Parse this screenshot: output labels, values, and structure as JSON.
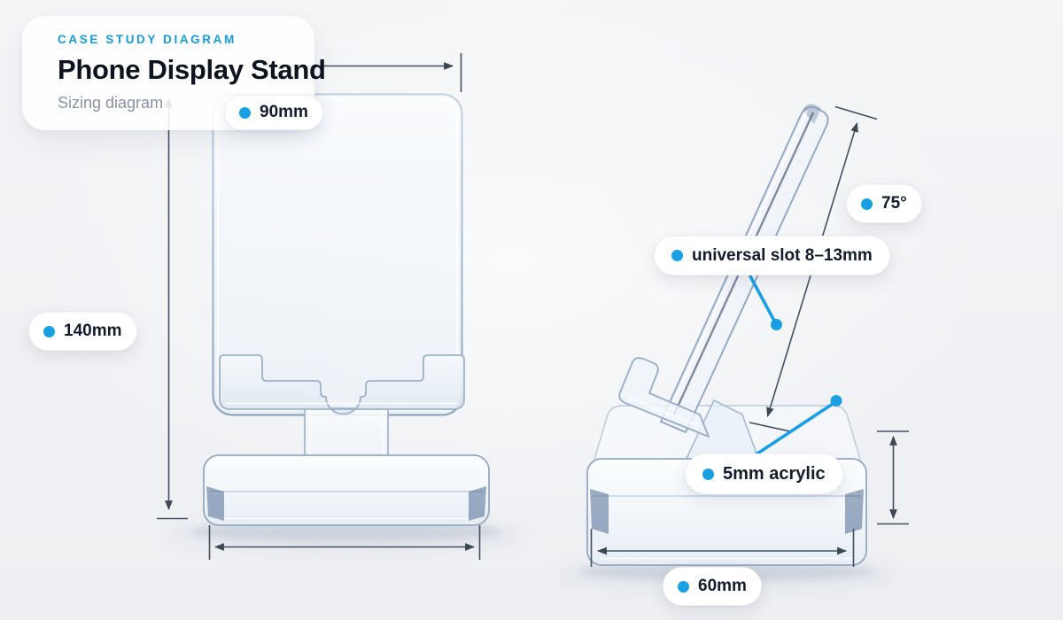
{
  "header": {
    "eyebrow": "CASE STUDY DIAGRAM",
    "title": "Phone Display Stand",
    "subtitle": "Sizing diagram"
  },
  "annotations": {
    "width": "90mm",
    "height": "140mm",
    "angle": "75°",
    "slot": "universal slot 8–13mm",
    "thickness": "5mm acrylic",
    "depth": "60mm"
  },
  "colors": {
    "accent": "#1b9fe3",
    "eyebrow": "#189bd8",
    "text": "#131c2b",
    "dimension": "#445060"
  }
}
